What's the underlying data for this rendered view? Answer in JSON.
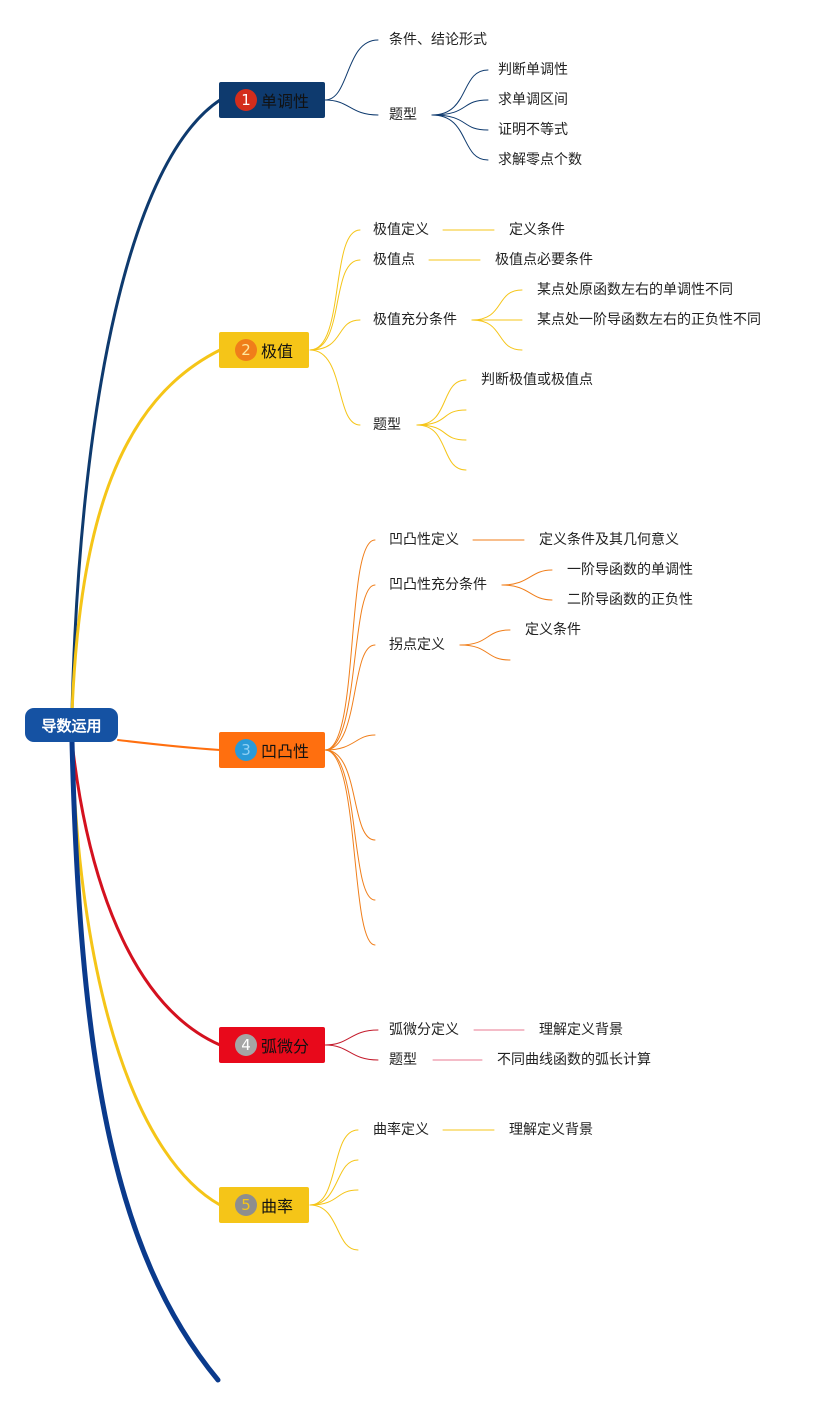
{
  "root": {
    "label": "导数运用"
  },
  "branches": [
    {
      "num": "1",
      "label": "单调性",
      "color": "#0e3a6e",
      "num_bg": "#d42d1c",
      "num_fg": "#ffffff"
    },
    {
      "num": "2",
      "label": "极值",
      "color": "#f5c518",
      "num_bg": "#f07e1a",
      "num_fg": "#ffe7a0"
    },
    {
      "num": "3",
      "label": "凹凸性",
      "color": "#ff6f0f",
      "num_bg": "#2a9ad8",
      "num_fg": "#8fd0f5"
    },
    {
      "num": "4",
      "label": "弧微分",
      "color": "#e8091b",
      "num_bg": "#a5a5a5",
      "num_fg": "#ffffff"
    },
    {
      "num": "5",
      "label": "曲率",
      "color": "#f5c518",
      "num_bg": "#8e8e8e",
      "num_fg": "#f5c518"
    }
  ],
  "nodes": {
    "b1": {
      "c1": "条件、结论形式",
      "c2": "题型",
      "c2_children": [
        "判断单调性",
        "求单调区间",
        "证明不等式",
        "求解零点个数"
      ]
    },
    "b2": {
      "c1": "极值定义",
      "c1_detail": "定义条件",
      "c2": "极值点",
      "c2_detail": "极值点必要条件",
      "c3": "极值充分条件",
      "c3_children": [
        "某点处原函数左右的单调性不同",
        "某点处一阶导函数左右的正负性不同"
      ],
      "c4": "题型",
      "c4_children": [
        "判断极值或极值点"
      ]
    },
    "b3": {
      "c1": "凹凸性定义",
      "c1_detail": "定义条件及其几何意义",
      "c2": "凹凸性充分条件",
      "c2_children": [
        "一阶导函数的单调性",
        "二阶导函数的正负性"
      ],
      "c3": "拐点定义",
      "c3_children": [
        "定义条件"
      ]
    },
    "b4": {
      "c1": "弧微分定义",
      "c1_detail": "理解定义背景",
      "c2": "题型",
      "c2_detail": "不同曲线函数的弧长计算"
    },
    "b5": {
      "c1": "曲率定义",
      "c1_detail": "理解定义背景"
    }
  }
}
